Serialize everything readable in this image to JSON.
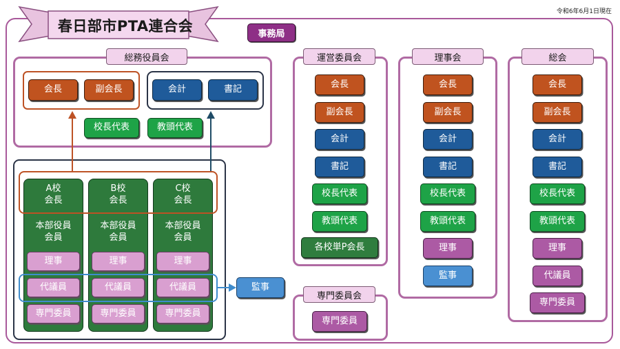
{
  "date": "令和6年6月1日現在",
  "title": "春日部市PTA連合会",
  "secretariat": "事務局",
  "general_affairs": {
    "label": "総務役員会",
    "red_group": [
      "会長",
      "副会長"
    ],
    "blue_group": [
      "会計",
      "書記"
    ],
    "green": [
      "校長代表",
      "教頭代表"
    ]
  },
  "schools": {
    "columns": [
      {
        "name": "A校",
        "head": "会長"
      },
      {
        "name": "B校",
        "head": "会長"
      },
      {
        "name": "C校",
        "head": "会長"
      }
    ],
    "officers": "本部役員",
    "members": "会員",
    "roles": [
      "理事",
      "代議員",
      "専門委員"
    ]
  },
  "auditor": "監事",
  "steering": {
    "label": "運営委員会",
    "items": [
      "会長",
      "副会長",
      "会計",
      "書記",
      "校長代表",
      "教頭代表",
      "各校単P会長"
    ]
  },
  "specialist": {
    "label": "専門委員会",
    "items": [
      "専門委員"
    ]
  },
  "board": {
    "label": "理事会",
    "items": [
      "会長",
      "副会長",
      "会計",
      "書記",
      "校長代表",
      "教頭代表",
      "理事",
      "監事"
    ]
  },
  "general_meeting": {
    "label": "総会",
    "items": [
      "会長",
      "副会長",
      "会計",
      "書記",
      "校長代表",
      "教頭代表",
      "理事",
      "代議員",
      "専門委員"
    ]
  },
  "colors": {
    "frame_purple": "#b06aa3",
    "officer_red": "#c0531f",
    "officer_blue": "#1f5b9a",
    "rep_green": "#1ea347",
    "director_pink": "#ac5aa4",
    "auditor_sky": "#4a90d2",
    "school_green": "#2e7a3c",
    "role_lightpink": "#d99fd0"
  }
}
